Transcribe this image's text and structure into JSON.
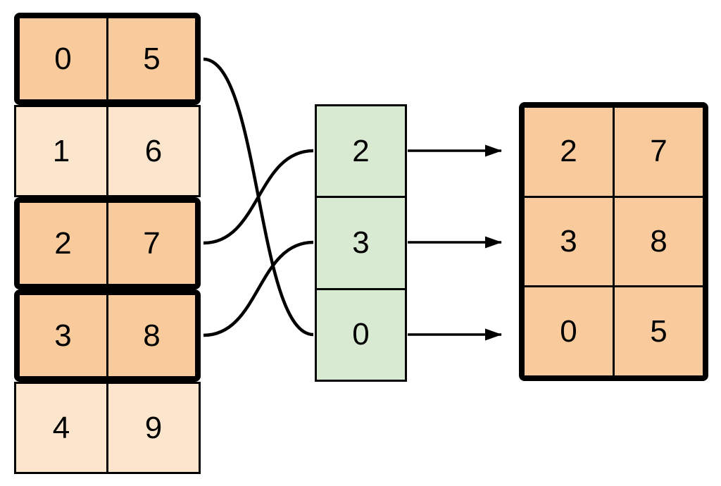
{
  "diagram": {
    "type": "fancy-indexing-row-selection",
    "source_table": {
      "rows": [
        {
          "cells": [
            "0",
            "5"
          ],
          "highlighted": true
        },
        {
          "cells": [
            "1",
            "6"
          ],
          "highlighted": false
        },
        {
          "cells": [
            "2",
            "7"
          ],
          "highlighted": true
        },
        {
          "cells": [
            "3",
            "8"
          ],
          "highlighted": true
        },
        {
          "cells": [
            "4",
            "9"
          ],
          "highlighted": false
        }
      ]
    },
    "index_array": {
      "cells": [
        "2",
        "3",
        "0"
      ]
    },
    "result_table": {
      "rows": [
        [
          "2",
          "7"
        ],
        [
          "3",
          "8"
        ],
        [
          "0",
          "5"
        ]
      ]
    },
    "curve_connections": [
      {
        "from_source_row": 0,
        "to_index_value": "0"
      },
      {
        "from_source_row": 2,
        "to_index_value": "2"
      },
      {
        "from_source_row": 3,
        "to_index_value": "3"
      }
    ],
    "arrow_connections": [
      {
        "from_index_value": "2",
        "to_result_row": 0
      },
      {
        "from_index_value": "3",
        "to_result_row": 1
      },
      {
        "from_index_value": "0",
        "to_result_row": 2
      }
    ],
    "colors": {
      "highlight_fill": "#f9cb9c",
      "muted_fill": "#fce5cd",
      "index_fill": "#d9ead3",
      "line": "#000000",
      "background": "#ffffff"
    }
  }
}
